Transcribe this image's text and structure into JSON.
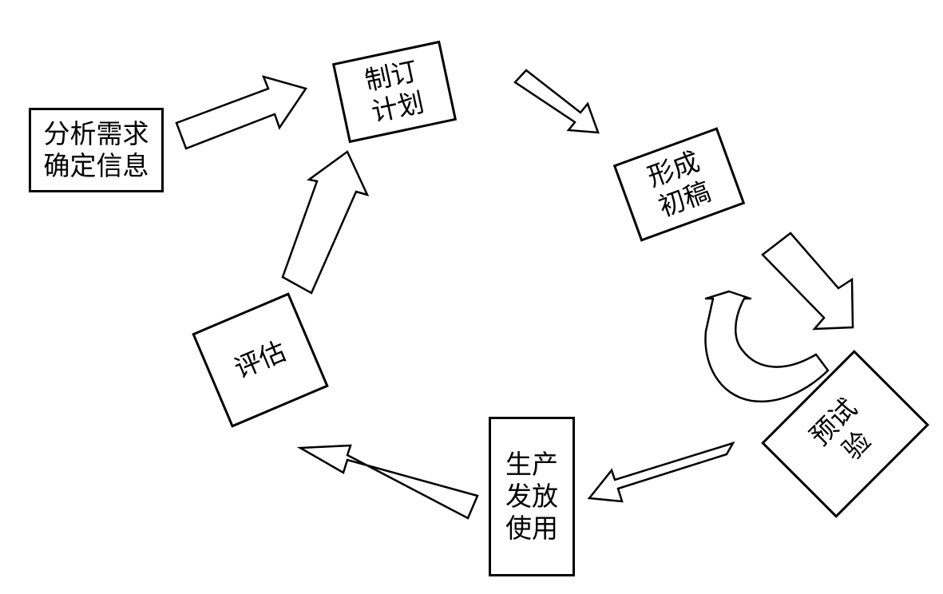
{
  "diagram": {
    "colors": {
      "stroke": "#000000",
      "fill": "#ffffff",
      "text": "#000000"
    },
    "nodes": {
      "analyze": "分析需求\n确定信息",
      "plan": "制订\n计划",
      "draft": "形成\n初稿",
      "pretest": "预试\n验",
      "production": "生产\n发放\n使用",
      "evaluate": "评估"
    },
    "arrows": [
      {
        "from": "analyze",
        "to": "plan"
      },
      {
        "from": "plan",
        "to": "draft"
      },
      {
        "from": "draft",
        "to": "pretest"
      },
      {
        "from": "pretest",
        "to": "draft",
        "style": "curved"
      },
      {
        "from": "pretest",
        "to": "production"
      },
      {
        "from": "production",
        "to": "evaluate"
      },
      {
        "from": "evaluate",
        "to": "plan"
      }
    ]
  }
}
